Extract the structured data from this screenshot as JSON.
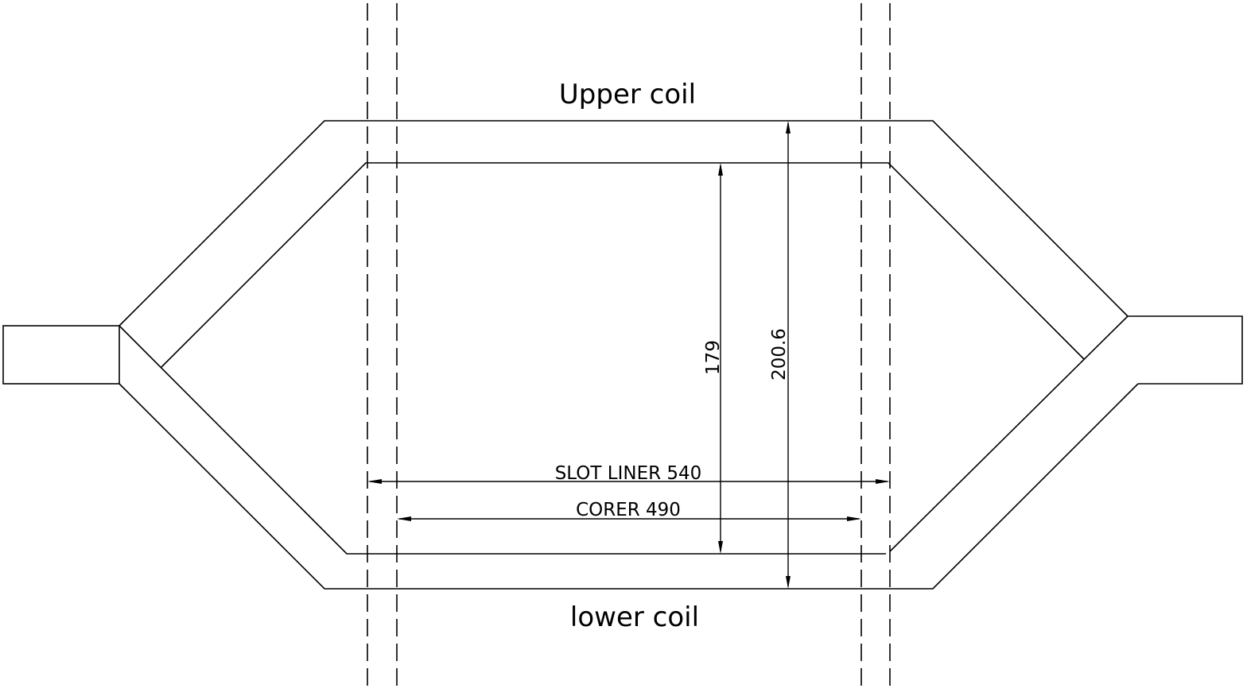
{
  "labels": {
    "upper_coil": "Upper coil",
    "lower_coil": "lower coil",
    "slot_liner": "SLOT LINER 540",
    "corer": "CORER 490",
    "height_inner": "179",
    "height_outer": "200.6"
  },
  "colors": {
    "stroke": "#000000",
    "background": "#ffffff"
  }
}
